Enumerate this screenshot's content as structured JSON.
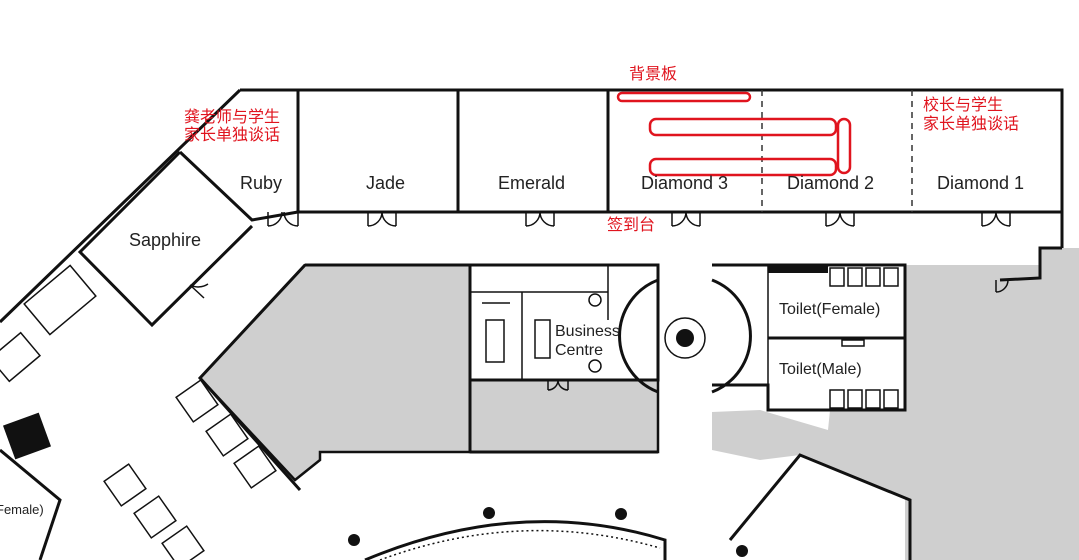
{
  "rooms": {
    "ruby": "Ruby",
    "jade": "Jade",
    "emerald": "Emerald",
    "diamond3": "Diamond 3",
    "diamond2": "Diamond 2",
    "diamond1": "Diamond 1",
    "sapphire": "Sapphire",
    "business_centre_line1": "Business",
    "business_centre_line2": "Centre",
    "toilet_female": "Toilet(Female)",
    "toilet_male": "Toilet(Male)",
    "toilet_female_partial": "Female)"
  },
  "annotations": {
    "backdrop": "背景板",
    "gong_line1": "龚老师与学生",
    "gong_line2": "家长单独谈话",
    "principal_line1": "校长与学生",
    "principal_line2": "家长单独谈话",
    "checkin": "签到台"
  },
  "colors": {
    "annotation": "#e0141e",
    "wall": "#111111",
    "grey_area": "#cfcfcf"
  }
}
